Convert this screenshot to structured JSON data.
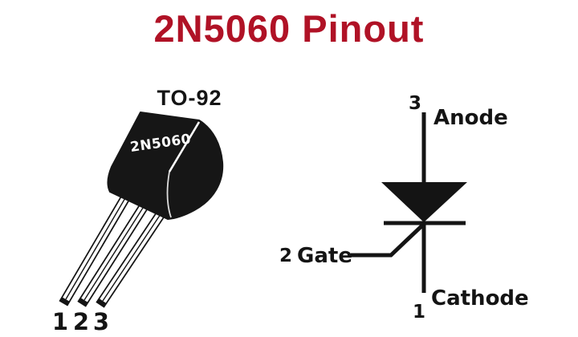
{
  "title": {
    "text": "2N5060 Pinout",
    "color": "#b01226"
  },
  "package_figure": {
    "type_label": "TO-92",
    "part_number": "2N5060",
    "pin_numbers": [
      "1",
      "2",
      "3"
    ]
  },
  "symbol_figure": {
    "pins": [
      {
        "number": "3",
        "label": "Anode",
        "position": "top"
      },
      {
        "number": "2",
        "label": "Gate",
        "position": "left"
      },
      {
        "number": "1",
        "label": "Cathode",
        "position": "bottom"
      }
    ]
  },
  "colors": {
    "title_red": "#b01226",
    "ink": "#141414",
    "package_black": "#161616",
    "lead_white": "#ffffff",
    "background": "#ffffff"
  }
}
